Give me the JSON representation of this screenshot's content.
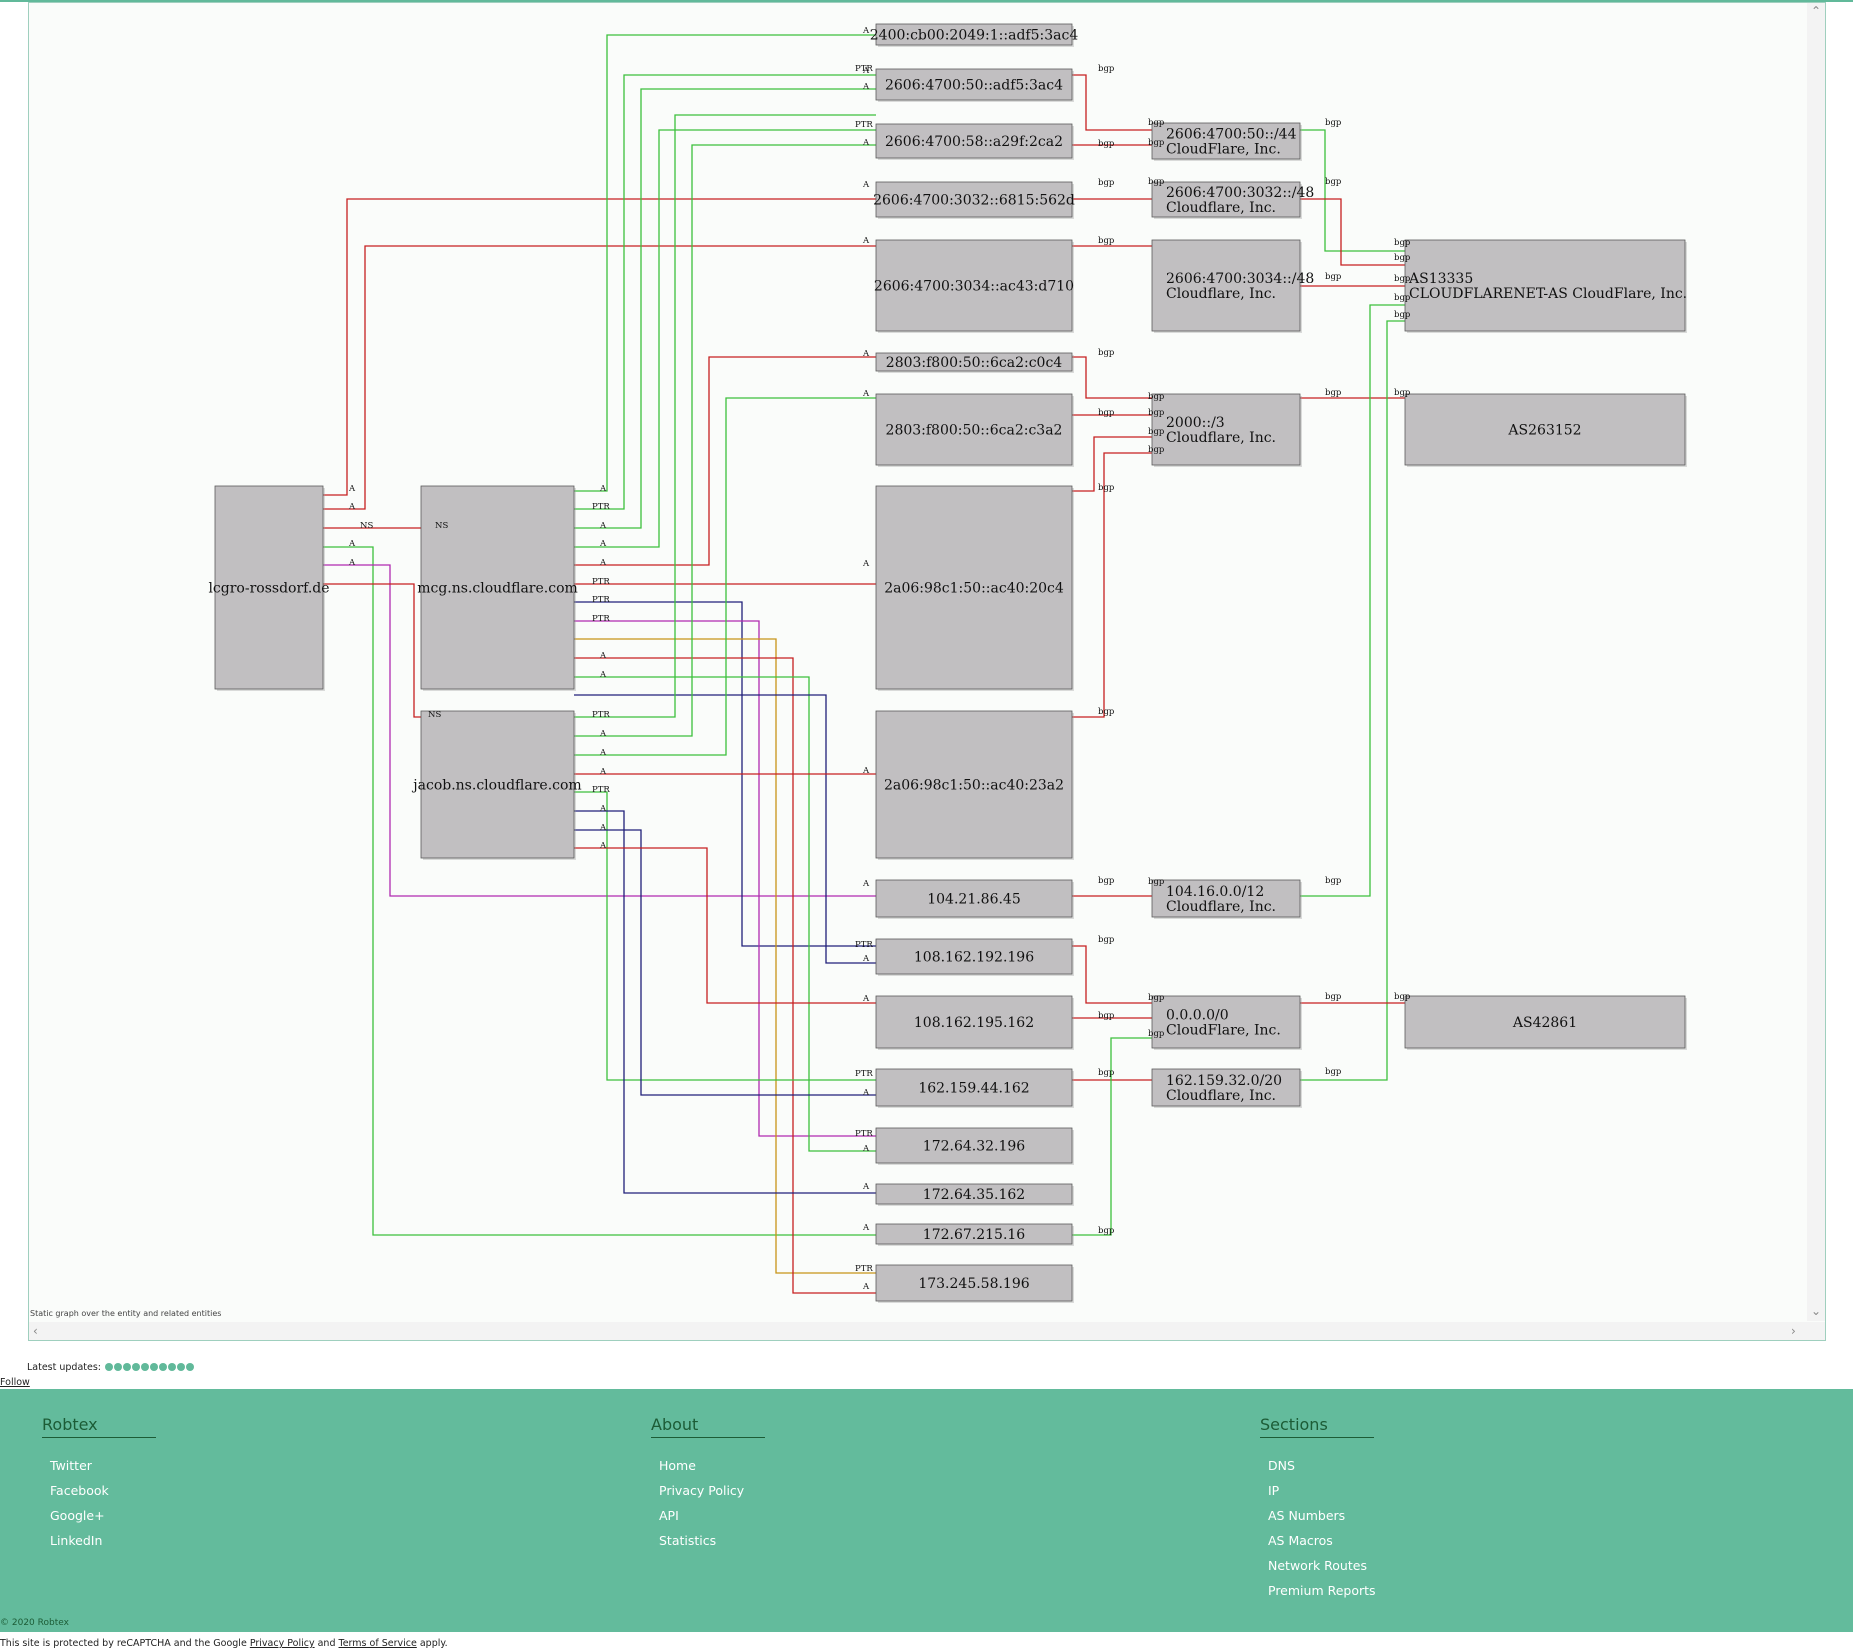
{
  "graph": {
    "caption": "Static graph over the entity and related entities",
    "nodes": {
      "n_lcgro": "lcgro-rossdorf.de",
      "n_mcg": "mcg.ns.cloudflare.com",
      "n_jacob": "jacob.ns.cloudflare.com",
      "n_ip2400": "2400:cb00:2049:1::adf5:3ac4",
      "n_ip2606a": "2606:4700:50::adf5:3ac4",
      "n_ip2606b": "2606:4700:58::a29f:2ca2",
      "n_ip2606c": "2606:4700:3032::6815:562d",
      "n_ip2606d": "2606:4700:3034::ac43:d710",
      "n_ip2803a": "2803:f800:50::6ca2:c0c4",
      "n_ip2803b": "2803:f800:50::6ca2:c3a2",
      "n_ip2a06a": "2a06:98c1:50::ac40:20c4",
      "n_ip2a06b": "2a06:98c1:50::ac40:23a2",
      "n_ip104": "104.21.86.45",
      "n_ip108a": "108.162.192.196",
      "n_ip108b": "108.162.195.162",
      "n_ip162": "162.159.44.162",
      "n_ip172a": "172.64.32.196",
      "n_ip172b": "172.64.35.162",
      "n_ip172c": "172.67.215.16",
      "n_ip173": "173.245.58.196",
      "n_rt44": [
        "2606:4700:50::/44",
        "CloudFlare, Inc."
      ],
      "n_rt3032": [
        "2606:4700:3032::/48",
        "Cloudflare, Inc."
      ],
      "n_rt3034": [
        "2606:4700:3034::/48",
        "Cloudflare, Inc."
      ],
      "n_rt2000": [
        "2000::/3",
        "Cloudflare, Inc."
      ],
      "n_rt104": [
        "104.16.0.0/12",
        "Cloudflare, Inc."
      ],
      "n_rt0": [
        "0.0.0.0/0",
        "CloudFlare, Inc."
      ],
      "n_rt162": [
        "162.159.32.0/20",
        "Cloudflare, Inc."
      ],
      "n_as13335": [
        "AS13335",
        "CLOUDFLARENET-AS CloudFlare, Inc."
      ],
      "n_as263152": "AS263152",
      "n_as42861": "AS42861"
    },
    "edge_types": [
      "A",
      "PTR",
      "NS",
      "bgp"
    ],
    "edge_colors": {
      "red": "#c62020",
      "green": "#3cc03c",
      "magenta": "#b02ab0",
      "navy": "#20207a",
      "gold": "#c89418"
    }
  },
  "updates": {
    "label": "Latest updates:",
    "dot_count": 10
  },
  "follow_label": "Follow",
  "footer": {
    "columns": [
      {
        "heading": "Robtex",
        "links": [
          "Twitter",
          "Facebook",
          "Google+",
          "LinkedIn"
        ]
      },
      {
        "heading": "About",
        "links": [
          "Home",
          "Privacy Policy",
          "API",
          "Statistics"
        ]
      },
      {
        "heading": "Sections",
        "links": [
          "DNS",
          "IP",
          "AS Numbers",
          "AS Macros",
          "Network Routes",
          "Premium Reports"
        ]
      }
    ],
    "copyright": "© 2020 Robtex"
  },
  "captcha": {
    "prefix": "This site is protected by reCAPTCHA and the Google",
    "privacy": "Privacy Policy",
    "and": "and",
    "terms": "Terms of Service",
    "suffix": "apply."
  }
}
